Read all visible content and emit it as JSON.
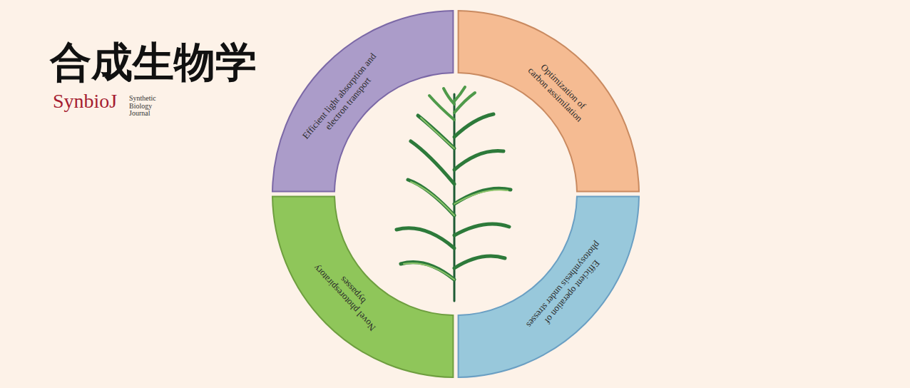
{
  "diagram": {
    "nodes": [
      {
        "text": [
          "Efficient light absorption and electron transport"
        ]
      },
      {
        "text": [
          "Optimization of carbon assimilation"
        ]
      },
      {
        "text": [
          "Novel photorespiratory bypasses"
        ]
      },
      {
        "text": [
          "Efficient operation of photosynthesis under stresses"
        ]
      }
    ],
    "labels": [
      "合成生物学",
      "SynbioJ",
      "Synthetic Biology Journal"
    ]
  }
}
